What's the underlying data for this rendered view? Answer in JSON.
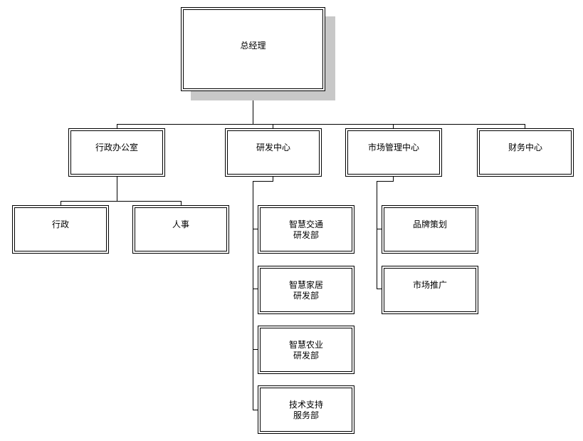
{
  "org_chart": {
    "root": {
      "label": "总经理"
    },
    "departments": [
      {
        "label": "行政办公室",
        "children": [
          "行政",
          "人事"
        ]
      },
      {
        "label": "研发中心",
        "children": [
          [
            "智慧交通",
            "研发部"
          ],
          [
            "智慧家居",
            "研发部"
          ],
          [
            "智慧农业",
            "研发部"
          ],
          [
            "技术支持",
            "服务部"
          ]
        ]
      },
      {
        "label": "市场管理中心",
        "children": [
          "品牌策划",
          "市场推广"
        ]
      },
      {
        "label": "财务中心",
        "children": []
      }
    ]
  },
  "colors": {
    "border": "#000000",
    "shadow": "#c8c8c8",
    "background": "#ffffff"
  }
}
